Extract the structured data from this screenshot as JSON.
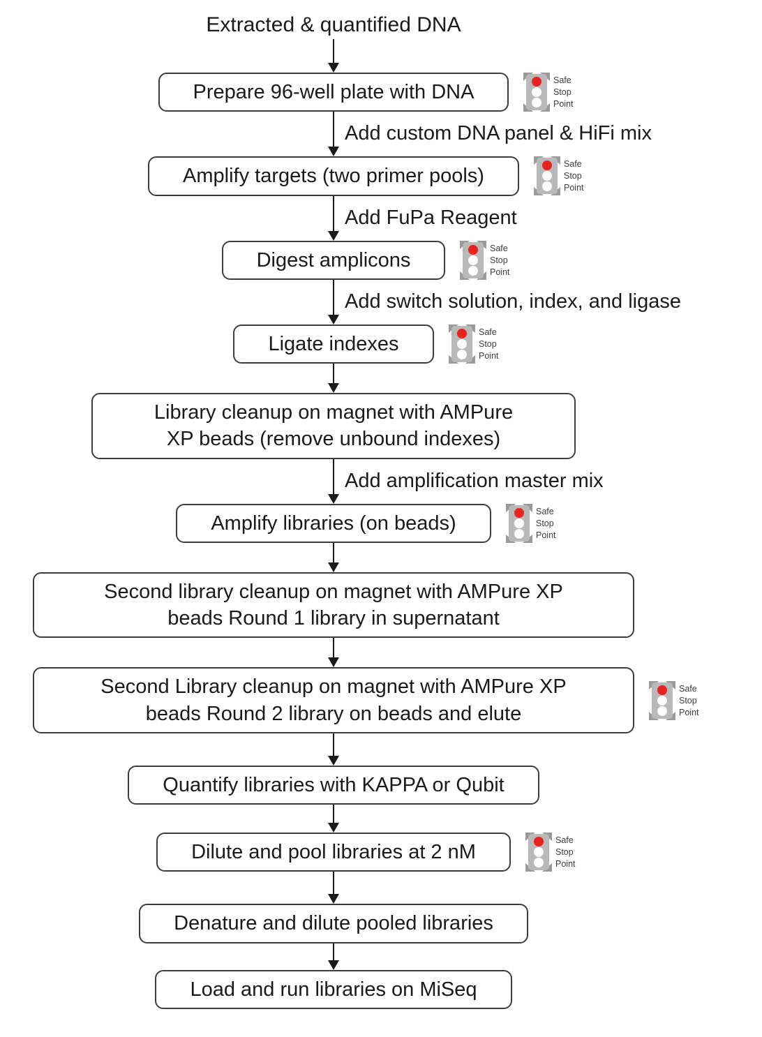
{
  "diagram": {
    "start_label": "Extracted & quantified DNA",
    "colors": {
      "text": "#1a1a1a",
      "arrow": "#1a1a1a",
      "box_border": "#3d3d3d"
    },
    "safe_stop": {
      "lines": [
        "Safe",
        "Stop",
        "Point"
      ],
      "light_color": "#e8231f",
      "off_light_color": "#fbfbfb",
      "body_color": "#b9b9b9",
      "wing_color": "#9a9a9a"
    },
    "nodes": [
      {
        "label": "Prepare 96-well plate with DNA",
        "safe_stop": true
      },
      {
        "label": "Amplify targets (two primer pools)",
        "safe_stop": true,
        "edge_label": "Add custom DNA panel & HiFi mix"
      },
      {
        "label": "Digest amplicons",
        "safe_stop": true,
        "edge_label": "Add FuPa Reagent"
      },
      {
        "label": "Ligate indexes",
        "safe_stop": true,
        "edge_label": "Add switch solution, index, and ligase"
      },
      {
        "label": "Library cleanup on magnet with AMPure\nXP beads (remove unbound indexes)",
        "safe_stop": false
      },
      {
        "label": "Amplify libraries (on beads)",
        "safe_stop": true,
        "edge_label": "Add amplification master mix"
      },
      {
        "label": "Second library cleanup on magnet with AMPure XP\nbeads Round 1 library in supernatant",
        "safe_stop": false
      },
      {
        "label": "Second Library cleanup on magnet with AMPure XP\nbeads Round 2 library on beads and elute",
        "safe_stop": true
      },
      {
        "label": "Quantify libraries with KAPPA or Qubit",
        "safe_stop": false
      },
      {
        "label": "Dilute and pool libraries at 2 nM",
        "safe_stop": true
      },
      {
        "label": "Denature and dilute pooled libraries",
        "safe_stop": false
      },
      {
        "label": "Load and run libraries on MiSeq",
        "safe_stop": false
      }
    ]
  }
}
